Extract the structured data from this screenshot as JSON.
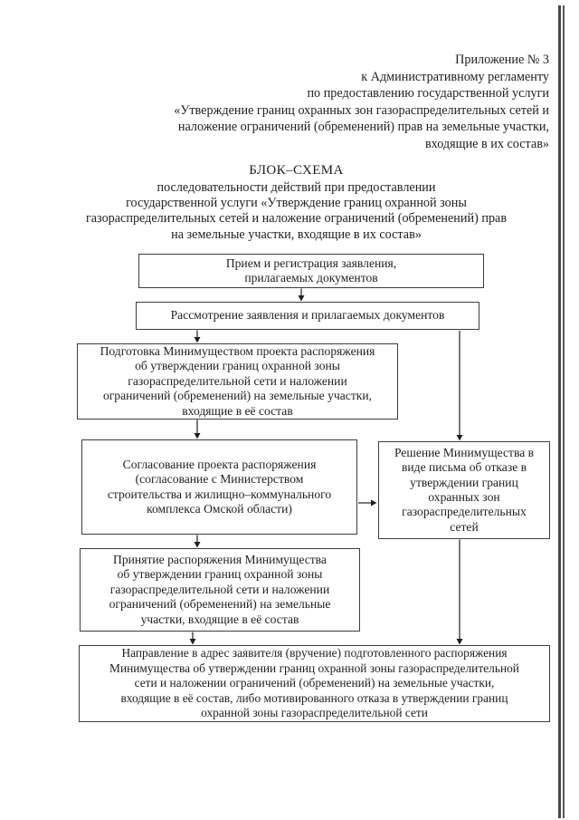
{
  "page": {
    "header_lines": [
      "Приложение № 3",
      "к Административному регламенту",
      "по предоставлению государственной услуги",
      "«Утверждение границ охранных зон газораспределительных сетей и",
      "наложение ограничений (обременений) прав на земельные участки,",
      "входящие в их состав»"
    ],
    "title_heading": "БЛОК–СХЕМА",
    "title_lines": [
      "последовательности действий при предоставлении",
      "государственной услуги «Утверждение границ охранной зоны",
      "газораспределительных сетей и наложение ограничений (обременений) прав",
      "на земельные участки, входящие в их состав»"
    ],
    "steps": {
      "reception": [
        "Прием и регистрация заявления,",
        "прилагаемых документов"
      ],
      "review": [
        "Рассмотрение заявления и прилагаемых документов"
      ],
      "draft_preparation": [
        "Подготовка Минимуществом проекта распоряжения",
        "об утверждении границ охранной зоны",
        "газораспределительной сети и наложении",
        "ограничений (обременений) на земельные участки,",
        "входящие в её состав"
      ],
      "approval": [
        "Согласование проекта распоряжения",
        "(согласование с Министерством",
        "строительства и жилищно–коммунального",
        "комплекса Омской области)"
      ],
      "refusal_decision": [
        "Решение Минимущества в",
        "виде письма об отказе в",
        "утверждении границ",
        "охранных зон",
        "газораспределительных",
        "сетей"
      ],
      "adoption": [
        "Принятие распоряжения Минимущества",
        "об утверждении границ охранной зоны",
        "газораспределительной сети и наложении",
        "ограничений (обременений) на земельные",
        "участки, входящие в её состав"
      ],
      "delivery": [
        "Направление в адрес заявителя (вручение) подготовленного распоряжения",
        "Минимущества об утверждении границ охранной зоны газораспределительной",
        "сети и наложении ограничений (обременений) на земельные участки,",
        "входящие в её состав, либо мотивированного отказа в утверждении границ",
        "охранной зоны газораспределительной сети"
      ]
    }
  }
}
